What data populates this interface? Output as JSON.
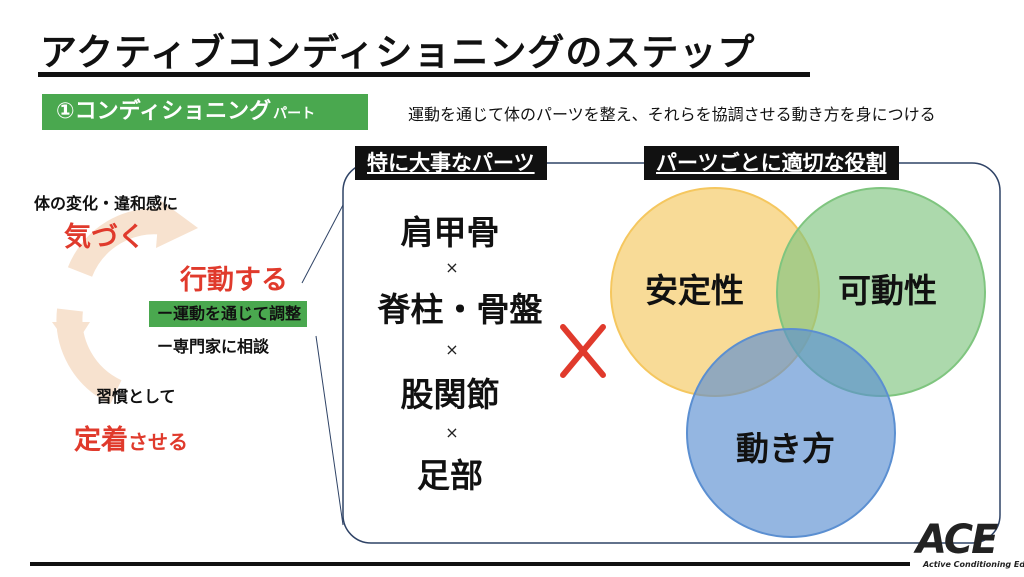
{
  "title": "アクティブコンディショニングのステップ",
  "part": {
    "label_main": "①コンディショニング",
    "label_sub": "パート",
    "description": "運動を通じて体のパーツを整え、それらを協調させる動き方を身につける"
  },
  "cycle": {
    "notice_sub": "体の変化・違和感に",
    "notice_main": "気づく",
    "act_main": "行動する",
    "act_item1": "ー運動を通じて調整",
    "act_item2": "ー専門家に相談",
    "habit_sub": "習慣として",
    "habit_main": "定着",
    "habit_suffix": "させる"
  },
  "key_parts": {
    "label": "特に大事なパーツ",
    "items": [
      "肩甲骨",
      "脊柱・骨盤",
      "股関節",
      "足部"
    ],
    "separator": "×"
  },
  "operator": "×",
  "roles": {
    "label": "パーツごとに適切な役割",
    "circles": [
      {
        "label": "安定性",
        "color": "#f5c75f"
      },
      {
        "label": "可動性",
        "color": "#7fc57f"
      },
      {
        "label": "動き方",
        "color": "#5b8fd1"
      }
    ]
  },
  "colors": {
    "accent_red": "#e03a2c",
    "green": "#4aa84f",
    "cycle_arrow": "#f7e2cf",
    "frame": "#2f4366"
  },
  "logo": {
    "mark": "ACE",
    "text": "Active Conditioning Editors"
  }
}
